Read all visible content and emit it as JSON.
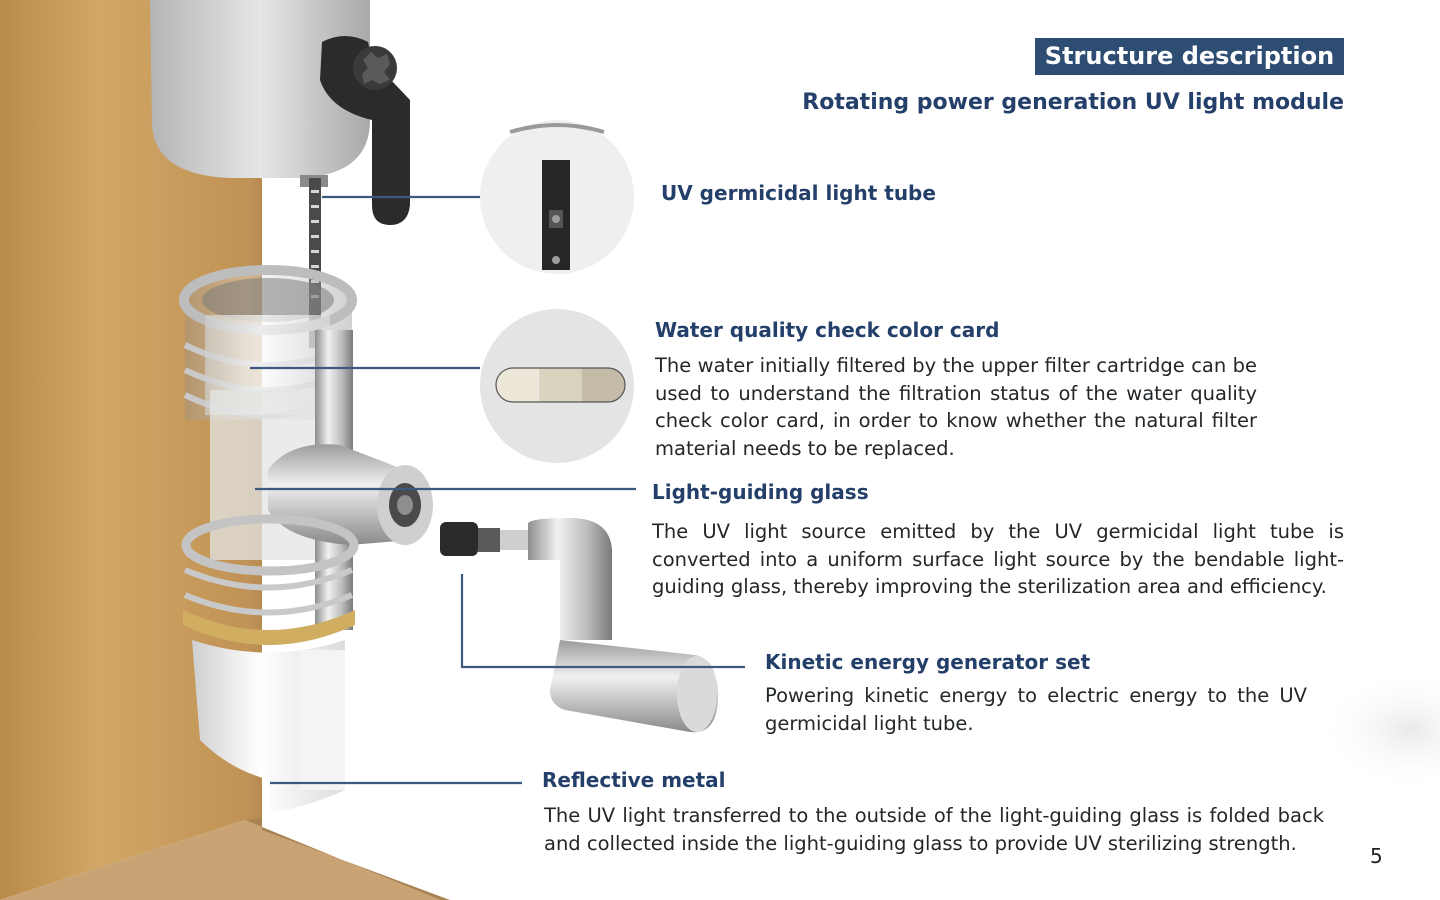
{
  "header": {
    "title": "Structure description",
    "subtitle": "Rotating power generation UV light module"
  },
  "sections": [
    {
      "heading": "UV germicidal light tube",
      "body": ""
    },
    {
      "heading": "Water quality check color card",
      "body": "The water initially filtered by the upper filter cartridge can be used to understand the filtration status of the water quality check color card, in order to know whether the natural filter material needs to be replaced."
    },
    {
      "heading": "Light-guiding glass",
      "body": "The UV light source emitted by the UV germicidal light tube is converted into a uniform surface light source by the bendable light-guiding glass, thereby improving the sterilization area and efficiency."
    },
    {
      "heading": "Kinetic energy generator set",
      "body": "Powering kinetic energy to electric energy to the UV germicidal light tube."
    },
    {
      "heading": "Reflective metal",
      "body": "The UV light transferred to the outside of the light-guiding glass is folded back and collected inside the light-guiding glass to provide UV sterilizing strength."
    }
  ],
  "page_number": "5",
  "colors": {
    "accent": "#2e4d72",
    "heading": "#24406a",
    "leader_line": "#3c5a80",
    "wood": "#c49a58",
    "color_card": [
      "#ece7d8",
      "#d9d2bf",
      "#c4bca9"
    ]
  }
}
